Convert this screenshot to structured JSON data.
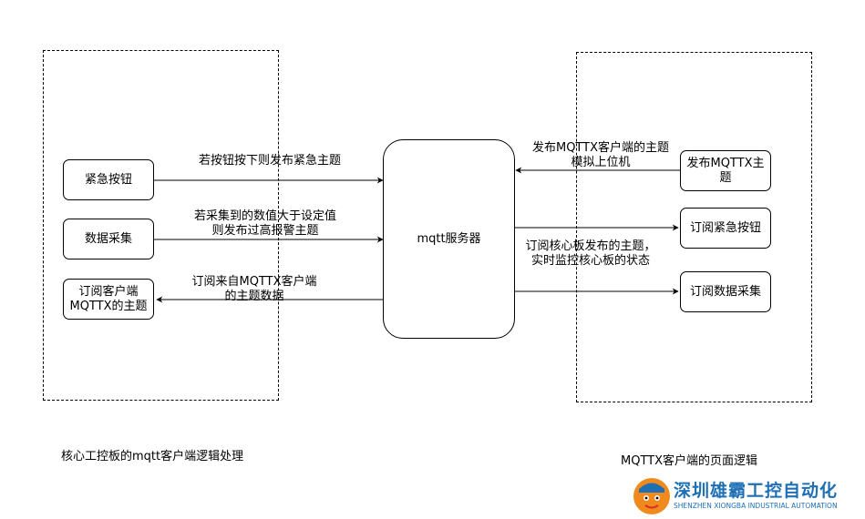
{
  "groups": {
    "left_caption": "核心工控板的mqtt客户端逻辑处理",
    "right_caption": "MQTTX客户端的页面逻辑"
  },
  "nodes": {
    "emergency_button": "紧急按钮",
    "data_collection": "数据采集",
    "subscribe_client_line1": "订阅客户端",
    "subscribe_client_line2": "MQTTX的主题",
    "server": "mqtt服务器",
    "publish_mqttx_line1": "发布MQTTX主",
    "publish_mqttx_line2": "题",
    "subscribe_emergency": "订阅紧急按钮",
    "subscribe_data": "订阅数据采集"
  },
  "edges": {
    "e1": "若按钮按下则发布紧急主题",
    "e2_line1": "若采集到的数值大于设定值",
    "e2_line2": "则发布过高报警主题",
    "e3_line1": "订阅来自MQTTX客户端",
    "e3_line2": "的主题数据",
    "e4_line1": "发布MQTTX客户端的主题",
    "e4_line2": "模拟上位机",
    "e5_line1": "订阅核心板发布的主题，",
    "e5_line2": "实时监控核心板的状态"
  },
  "logo": {
    "title": "深圳雄霸工控自动化",
    "subtitle": "SHENZHEN XIONGBA INDUSTRIAL AUTOMATION"
  },
  "colors": {
    "stroke": "#000000",
    "logo_blue": "#1f6fb5",
    "logo_orange": "#f08a1c",
    "logo_red": "#d9302c"
  }
}
